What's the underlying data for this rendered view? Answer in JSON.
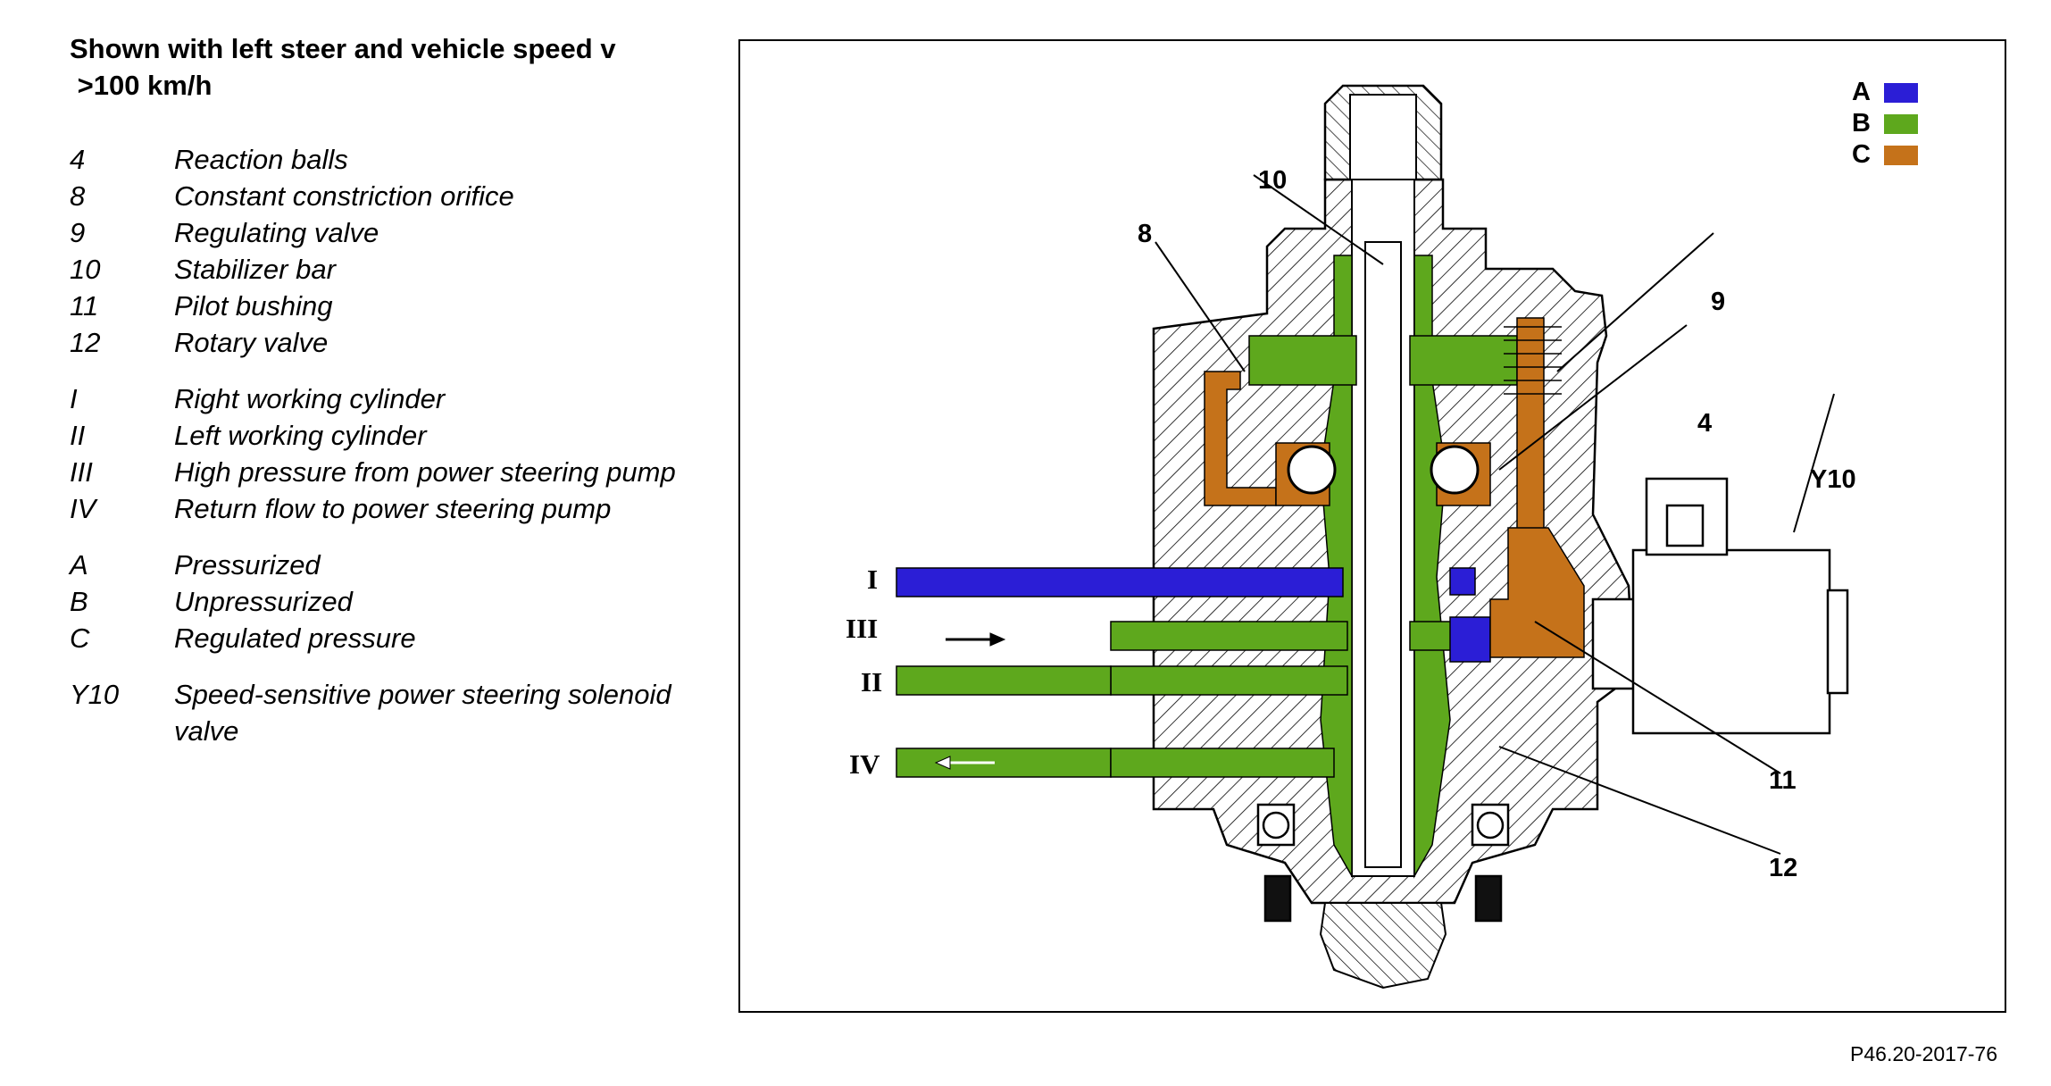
{
  "heading": "Shown with left steer and vehicle speed v\n >100 km/h",
  "legend_groups": [
    [
      {
        "key": "4",
        "text": "Reaction balls"
      },
      {
        "key": "8",
        "text": "Constant constriction orifice"
      },
      {
        "key": "9",
        "text": "Regulating valve"
      },
      {
        "key": "10",
        "text": "Stabilizer bar"
      },
      {
        "key": "11",
        "text": "Pilot bushing"
      },
      {
        "key": "12",
        "text": "Rotary valve"
      }
    ],
    [
      {
        "key": "I",
        "text": "Right working cylinder"
      },
      {
        "key": "II",
        "text": "Left working cylinder"
      },
      {
        "key": "III",
        "text": "High pressure from power steering pump"
      },
      {
        "key": "IV",
        "text": "Return flow to power steering pump"
      }
    ],
    [
      {
        "key": "A",
        "text": "Pressurized"
      },
      {
        "key": "B",
        "text": "Unpressurized"
      },
      {
        "key": "C",
        "text": "Regulated pressure"
      }
    ],
    [
      {
        "key": "Y10",
        "text": "Speed-sensitive power steering solenoid valve"
      }
    ]
  ],
  "color_key": [
    {
      "letter": "A",
      "color": "#2b1ed6"
    },
    {
      "letter": "B",
      "color": "#5ea81d"
    },
    {
      "letter": "C",
      "color": "#c5721a"
    }
  ],
  "callouts": [
    "10",
    "8",
    "9",
    "4",
    "Y10",
    "11",
    "12"
  ],
  "port_labels": [
    "I",
    "III",
    "II",
    "IV"
  ],
  "figure_code": "P46.20-2017-76"
}
